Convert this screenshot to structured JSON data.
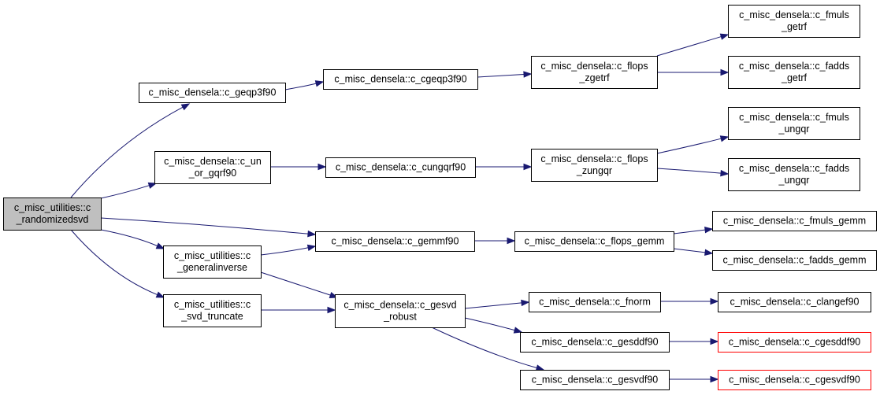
{
  "nodes": [
    {
      "id": "randomizedsvd",
      "lines": [
        "c_misc_utilities::c",
        "_randomizedsvd"
      ],
      "kind": "root"
    },
    {
      "id": "geqp3f90",
      "lines": [
        "c_misc_densela::c_geqp3f90"
      ],
      "kind": "normal"
    },
    {
      "id": "un_or_gqrf90",
      "lines": [
        "c_misc_densela::c_un",
        "_or_gqrf90"
      ],
      "kind": "normal"
    },
    {
      "id": "generalinverse",
      "lines": [
        "c_misc_utilities::c",
        "_generalinverse"
      ],
      "kind": "normal"
    },
    {
      "id": "svd_truncate",
      "lines": [
        "c_misc_utilities::c",
        "_svd_truncate"
      ],
      "kind": "normal"
    },
    {
      "id": "cgeqp3f90",
      "lines": [
        "c_misc_densela::c_cgeqp3f90"
      ],
      "kind": "normal"
    },
    {
      "id": "cungqrf90",
      "lines": [
        "c_misc_densela::c_cungqrf90"
      ],
      "kind": "normal"
    },
    {
      "id": "gemmf90",
      "lines": [
        "c_misc_densela::c_gemmf90"
      ],
      "kind": "normal"
    },
    {
      "id": "gesvd_robust",
      "lines": [
        "c_misc_densela::c_gesvd",
        "_robust"
      ],
      "kind": "normal"
    },
    {
      "id": "flops_zgetrf",
      "lines": [
        "c_misc_densela::c_flops",
        "_zgetrf"
      ],
      "kind": "normal"
    },
    {
      "id": "flops_zungqr",
      "lines": [
        "c_misc_densela::c_flops",
        "_zungqr"
      ],
      "kind": "normal"
    },
    {
      "id": "flops_gemm",
      "lines": [
        "c_misc_densela::c_flops_gemm"
      ],
      "kind": "normal"
    },
    {
      "id": "fnorm",
      "lines": [
        "c_misc_densela::c_fnorm"
      ],
      "kind": "normal"
    },
    {
      "id": "gesddf90",
      "lines": [
        "c_misc_densela::c_gesddf90"
      ],
      "kind": "normal"
    },
    {
      "id": "gesvdf90",
      "lines": [
        "c_misc_densela::c_gesvdf90"
      ],
      "kind": "normal"
    },
    {
      "id": "fmuls_getrf",
      "lines": [
        "c_misc_densela::c_fmuls",
        "_getrf"
      ],
      "kind": "normal"
    },
    {
      "id": "fadds_getrf",
      "lines": [
        "c_misc_densela::c_fadds",
        "_getrf"
      ],
      "kind": "normal"
    },
    {
      "id": "fmuls_ungqr",
      "lines": [
        "c_misc_densela::c_fmuls",
        "_ungqr"
      ],
      "kind": "normal"
    },
    {
      "id": "fadds_ungqr",
      "lines": [
        "c_misc_densela::c_fadds",
        "_ungqr"
      ],
      "kind": "normal"
    },
    {
      "id": "fmuls_gemm",
      "lines": [
        "c_misc_densela::c_fmuls_gemm"
      ],
      "kind": "normal"
    },
    {
      "id": "fadds_gemm",
      "lines": [
        "c_misc_densela::c_fadds_gemm"
      ],
      "kind": "normal"
    },
    {
      "id": "clangef90",
      "lines": [
        "c_misc_densela::c_clangef90"
      ],
      "kind": "normal"
    },
    {
      "id": "cgesddf90",
      "lines": [
        "c_misc_densela::c_cgesddf90"
      ],
      "kind": "undocumented"
    },
    {
      "id": "cgesvdf90",
      "lines": [
        "c_misc_densela::c_cgesvdf90"
      ],
      "kind": "undocumented"
    }
  ],
  "edges": [
    {
      "from": "randomizedsvd",
      "to": "geqp3f90"
    },
    {
      "from": "randomizedsvd",
      "to": "un_or_gqrf90"
    },
    {
      "from": "randomizedsvd",
      "to": "gemmf90"
    },
    {
      "from": "randomizedsvd",
      "to": "generalinverse"
    },
    {
      "from": "randomizedsvd",
      "to": "svd_truncate"
    },
    {
      "from": "geqp3f90",
      "to": "cgeqp3f90"
    },
    {
      "from": "un_or_gqrf90",
      "to": "cungqrf90"
    },
    {
      "from": "generalinverse",
      "to": "gemmf90"
    },
    {
      "from": "generalinverse",
      "to": "gesvd_robust"
    },
    {
      "from": "svd_truncate",
      "to": "gesvd_robust"
    },
    {
      "from": "cgeqp3f90",
      "to": "flops_zgetrf"
    },
    {
      "from": "cungqrf90",
      "to": "flops_zungqr"
    },
    {
      "from": "gemmf90",
      "to": "flops_gemm"
    },
    {
      "from": "gesvd_robust",
      "to": "fnorm"
    },
    {
      "from": "gesvd_robust",
      "to": "gesddf90"
    },
    {
      "from": "gesvd_robust",
      "to": "gesvdf90"
    },
    {
      "from": "flops_zgetrf",
      "to": "fmuls_getrf"
    },
    {
      "from": "flops_zgetrf",
      "to": "fadds_getrf"
    },
    {
      "from": "flops_zungqr",
      "to": "fmuls_ungqr"
    },
    {
      "from": "flops_zungqr",
      "to": "fadds_ungqr"
    },
    {
      "from": "flops_gemm",
      "to": "fmuls_gemm"
    },
    {
      "from": "flops_gemm",
      "to": "fadds_gemm"
    },
    {
      "from": "fnorm",
      "to": "clangef90"
    },
    {
      "from": "gesddf90",
      "to": "cgesddf90"
    },
    {
      "from": "gesvdf90",
      "to": "cgesvdf90"
    }
  ],
  "colors": {
    "edge": "#191970",
    "root_fill": "#bfbfbf",
    "undocumented_border": "#ff0000",
    "node_border": "#000000"
  }
}
